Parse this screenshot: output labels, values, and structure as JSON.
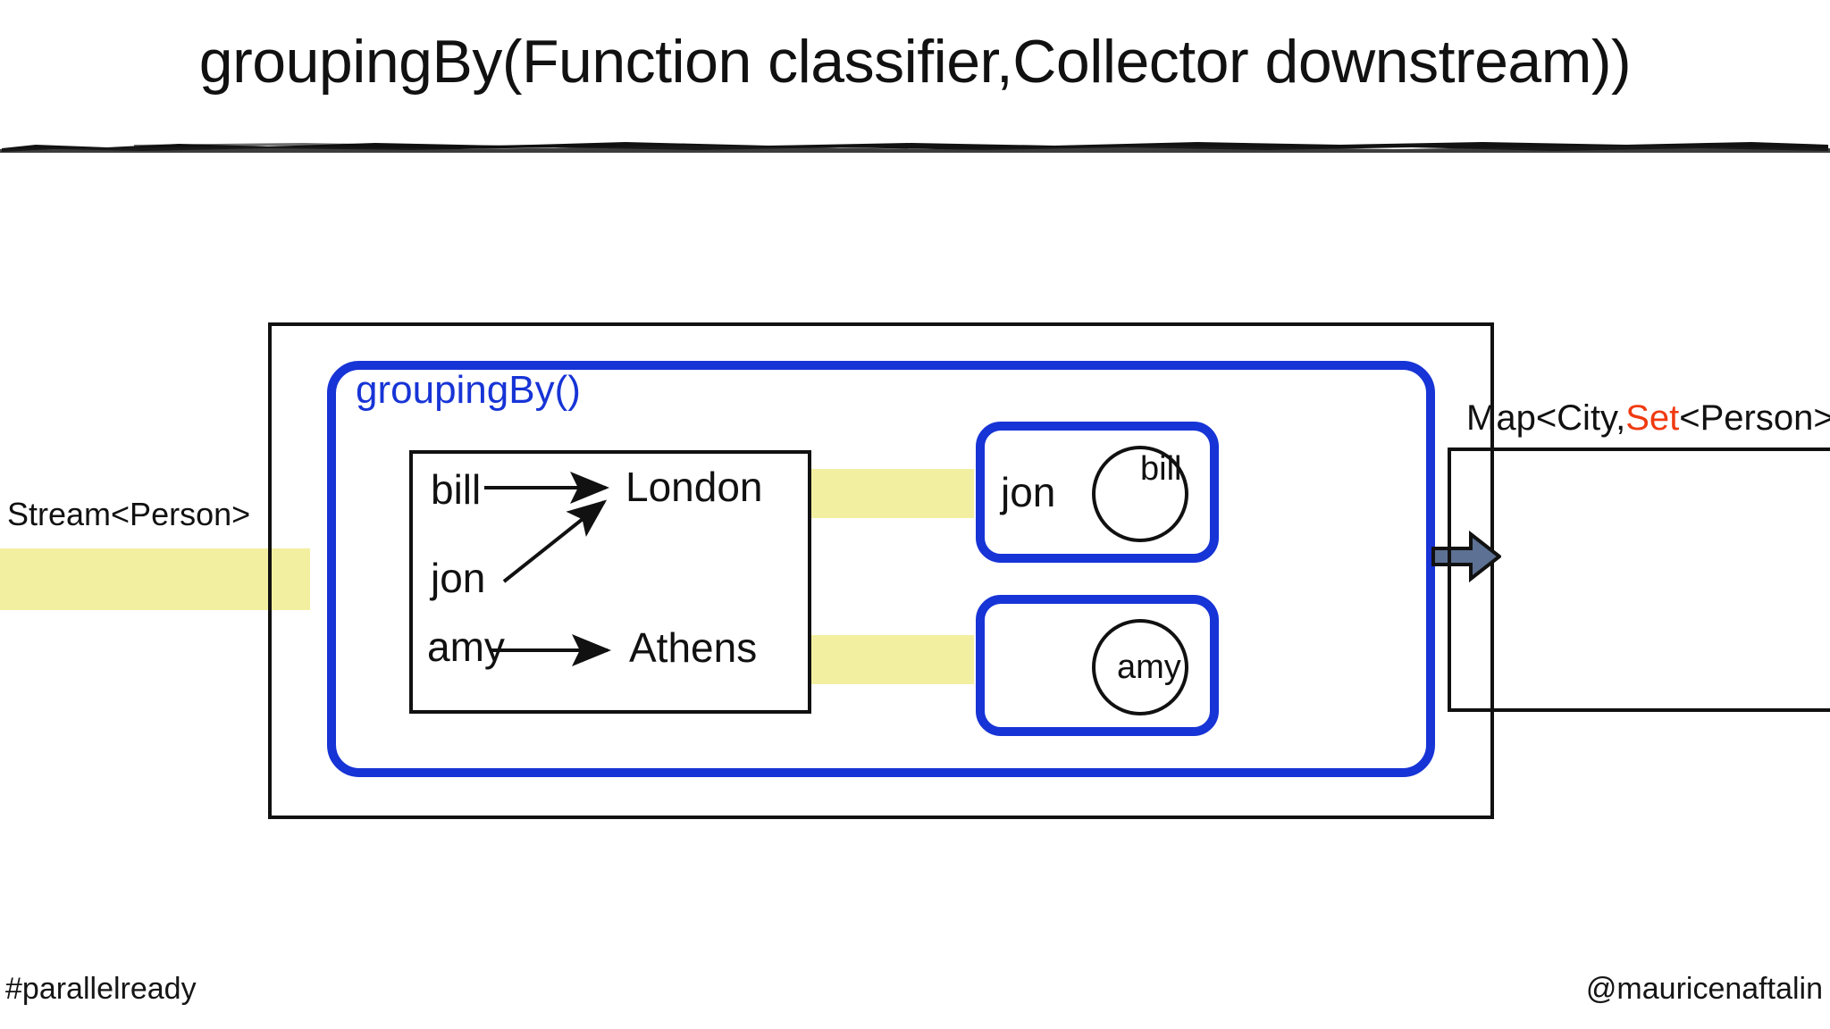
{
  "slide": {
    "title": "groupingBy(Function classifier,Collector downstream))",
    "divider_icon": "brush-stroke-rule"
  },
  "input": {
    "label": "Stream<Person>",
    "band_color": "#F2F0A0"
  },
  "collector": {
    "label": "groupingBy()",
    "accent_color": "#1734D6"
  },
  "classifier": {
    "names": [
      "bill",
      "jon",
      "amy"
    ],
    "cities": [
      "London",
      "Athens"
    ],
    "mappings": [
      {
        "from": "bill",
        "to": "London"
      },
      {
        "from": "jon",
        "to": "London"
      },
      {
        "from": "amy",
        "to": "Athens"
      }
    ]
  },
  "groups": [
    {
      "key": "London",
      "loose_label": "jon",
      "circle_label": "bill"
    },
    {
      "key": "Athens",
      "loose_label": "",
      "circle_label": "amy"
    }
  ],
  "output": {
    "label_prefix": "Map<City,",
    "label_accent": "Set",
    "label_suffix": "<Person>",
    "accent_color": "#F03A10",
    "arrow_icon": "block-arrow-right-icon",
    "arrow_color": "#5C7193"
  },
  "footer": {
    "left": "#parallelready",
    "right": "@mauricenaftalin"
  }
}
